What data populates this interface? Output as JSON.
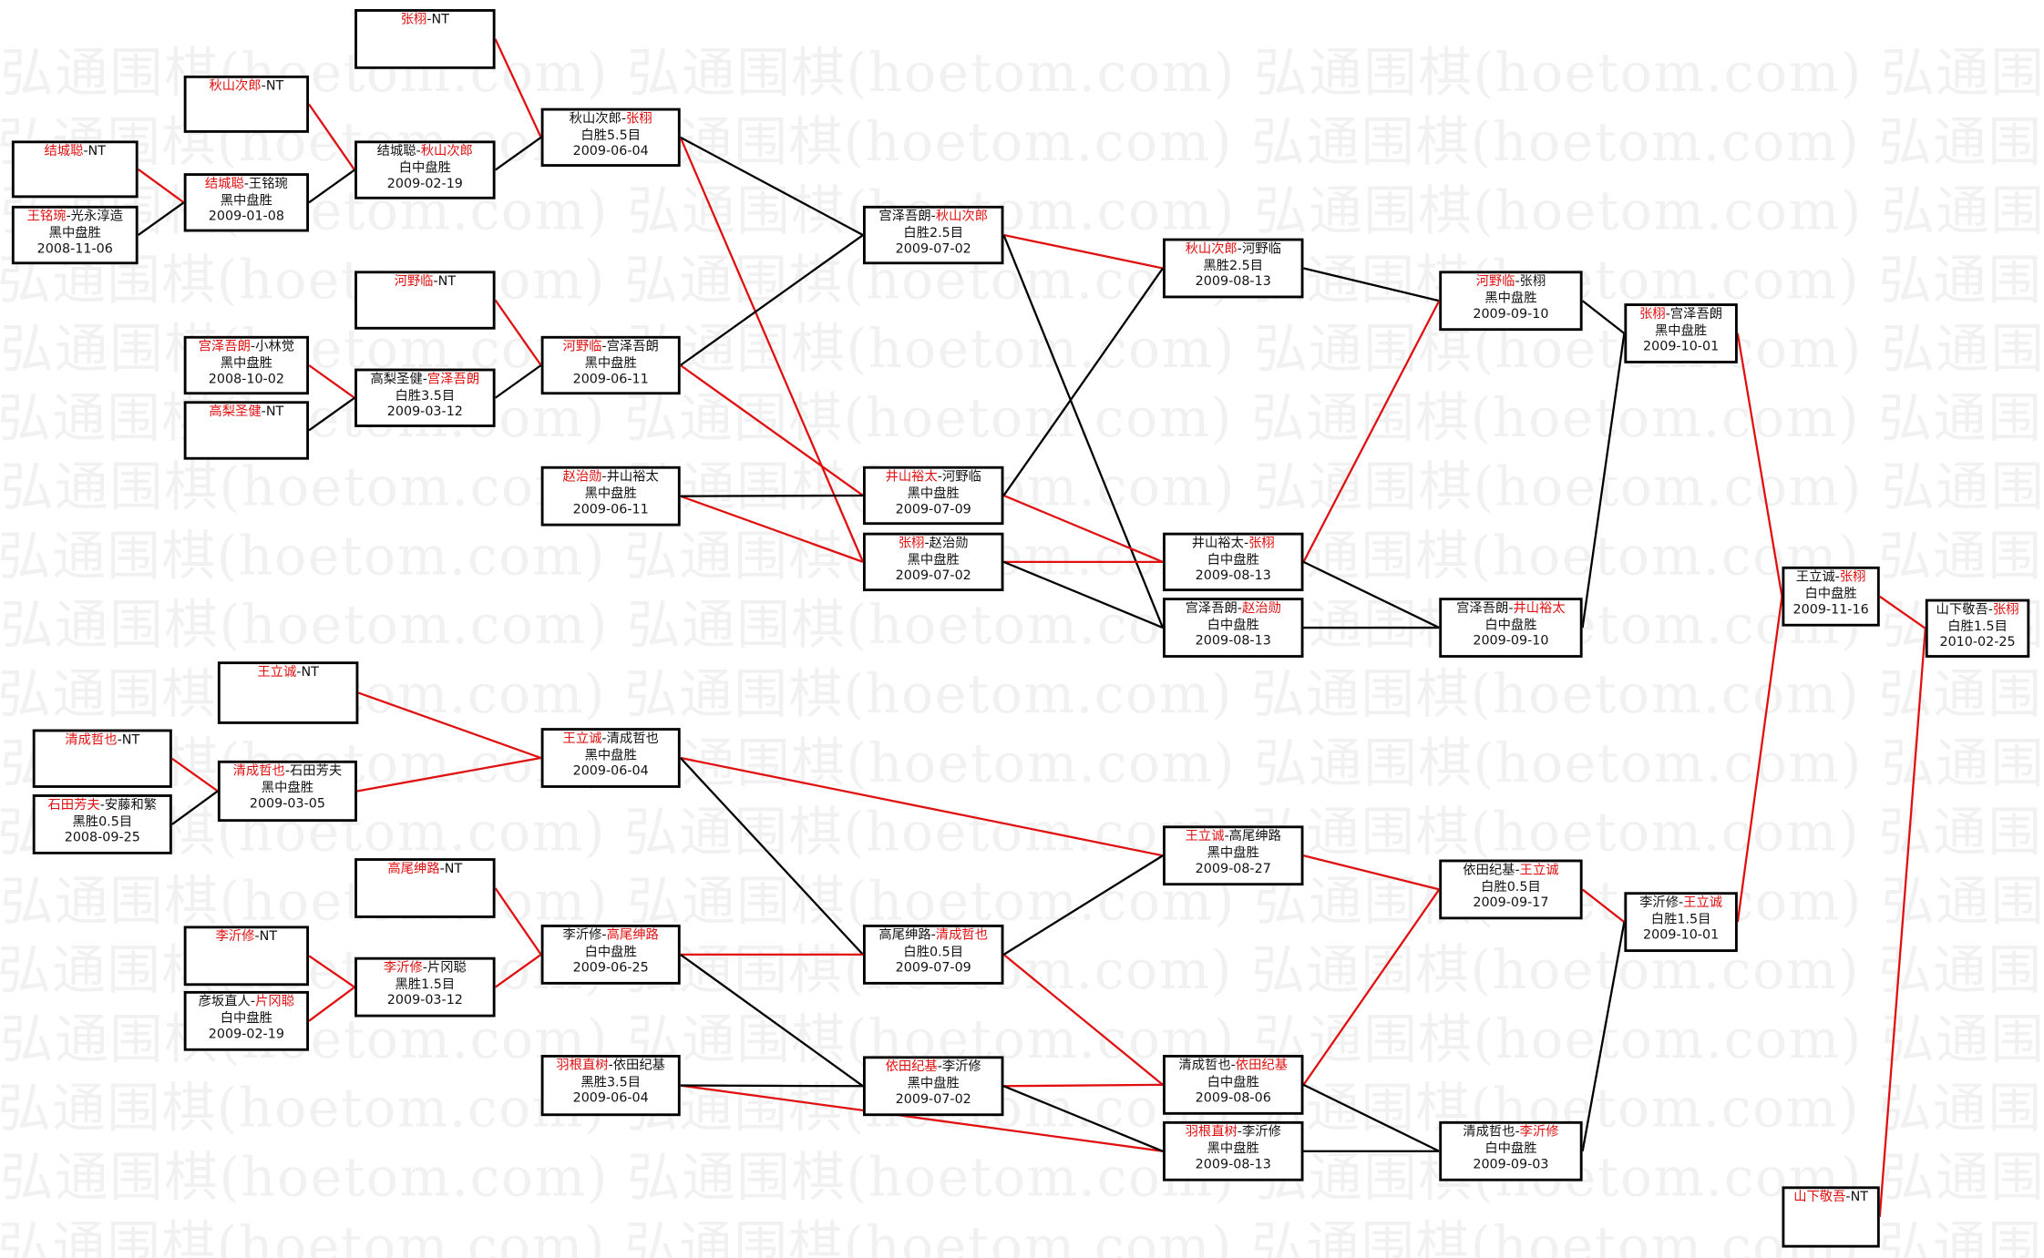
{
  "watermark": {
    "text": "弘通围棋(hoetom.com)",
    "lines": [
      "弘通围棋(hoetom.com) 弘通围棋(hoetom.com) 弘通围棋(hoetom.com) 弘通围棋",
      "弘通围棋(hoetom.com) 弘通围棋(hoetom.com) 弘通围棋(hoetom.com) 弘通围棋",
      "弘通围棋(hoetom.com) 弘通围棋(hoetom.com) 弘通围棋(hoetom.com) 弘通围棋",
      "弘通围棋(hoetom.com) 弘通围棋(hoetom.com) 弘通围棋(hoetom.com) 弘通围棋",
      "弘通围棋(hoetom.com) 弘通围棋(hoetom.com) 弘通围棋(hoetom.com) 弘通围棋",
      "弘通围棋(hoetom.com) 弘通围棋(hoetom.com) 弘通围棋(hoetom.com) 弘通围棋",
      "弘通围棋(hoetom.com) 弘通围棋(hoetom.com) 弘通围棋(hoetom.com) 弘通围棋",
      "弘通围棋(hoetom.com) 弘通围棋(hoetom.com) 弘通围棋(hoetom.com) 弘通围棋",
      "弘通围棋(hoetom.com) 弘通围棋(hoetom.com) 弘通围棋(hoetom.com) 弘通围棋",
      "弘通围棋(hoetom.com) 弘通围棋(hoetom.com) 弘通围棋(hoetom.com) 弘通围棋",
      "弘通围棋(hoetom.com) 弘通围棋(hoetom.com) 弘通围棋(hoetom.com) 弘通围棋",
      "弘通围棋(hoetom.com) 弘通围棋(hoetom.com) 弘通围棋(hoetom.com) 弘通围棋",
      "弘通围棋(hoetom.com) 弘通围棋(hoetom.com) 弘通围棋(hoetom.com) 弘通围棋",
      "弘通围棋(hoetom.com) 弘通围棋(hoetom.com) 弘通围棋(hoetom.com) 弘通围棋",
      "弘通围棋(hoetom.com) 弘通围棋(hoetom.com) 弘通围棋(hoetom.com) 弘通围棋",
      "弘通围棋(hoetom.com) 弘通围棋(hoetom.com) 弘通围棋(hoetom.com) 弘通围棋",
      "弘通围棋(hoetom.com) 弘通围棋(hoetom.com) 弘通围棋(hoetom.com) 弘通围棋",
      "弘通围棋(hoetom.com) 弘通围棋(hoetom.com) 弘通围棋(hoetom.com) 弘通围棋"
    ]
  },
  "matches": {
    "m1": {
      "p1": "张栩",
      "p1w": true,
      "sep": "-",
      "p2": "NT",
      "p2w": false,
      "result": "",
      "date": ""
    },
    "m2": {
      "p1": "秋山次郎",
      "p1w": true,
      "sep": "-",
      "p2": "NT",
      "p2w": false,
      "result": "",
      "date": ""
    },
    "m3": {
      "p1": "结城聪",
      "p1w": true,
      "sep": "-",
      "p2": "NT",
      "p2w": false,
      "result": "",
      "date": ""
    },
    "m4": {
      "p1": "王铭琬",
      "p1w": true,
      "sep": "-",
      "p2": "光永淳造",
      "p2w": false,
      "result": "黑中盘胜",
      "date": "2008-11-06"
    },
    "m5": {
      "p1": "结城聪",
      "p1w": true,
      "sep": "-",
      "p2": "王铭琬",
      "p2w": false,
      "result": "黑中盘胜",
      "date": "2009-01-08"
    },
    "m6": {
      "p1": "结城聪",
      "p1w": false,
      "sep": "-",
      "p2": "秋山次郎",
      "p2w": true,
      "result": "白中盘胜",
      "date": "2009-02-19"
    },
    "m7": {
      "p1": "秋山次郎",
      "p1w": false,
      "sep": "-",
      "p2": "张栩",
      "p2w": true,
      "result": "白胜5.5目",
      "date": "2009-06-04"
    },
    "m8": {
      "p1": "河野临",
      "p1w": true,
      "sep": "-",
      "p2": "NT",
      "p2w": false,
      "result": "",
      "date": ""
    },
    "m9": {
      "p1": "宫泽吾朗",
      "p1w": true,
      "sep": "-",
      "p2": "小林觉",
      "p2w": false,
      "result": "黑中盘胜",
      "date": "2008-10-02"
    },
    "m10": {
      "p1": "高梨圣健",
      "p1w": true,
      "sep": "-",
      "p2": "NT",
      "p2w": false,
      "result": "",
      "date": ""
    },
    "m11": {
      "p1": "高梨圣健",
      "p1w": false,
      "sep": "-",
      "p2": "宫泽吾朗",
      "p2w": true,
      "result": "白胜3.5目",
      "date": "2009-03-12"
    },
    "m12": {
      "p1": "河野临",
      "p1w": true,
      "sep": "-",
      "p2": "宫泽吾朗",
      "p2w": false,
      "result": "黑中盘胜",
      "date": "2009-06-11"
    },
    "m13": {
      "p1": "赵治勋",
      "p1w": true,
      "sep": "-",
      "p2": "井山裕太",
      "p2w": false,
      "result": "黑中盘胜",
      "date": "2009-06-11"
    },
    "m14": {
      "p1": "宫泽吾朗",
      "p1w": false,
      "sep": "-",
      "p2": "秋山次郎",
      "p2w": true,
      "result": "白胜2.5目",
      "date": "2009-07-02"
    },
    "m15": {
      "p1": "井山裕太",
      "p1w": true,
      "sep": "-",
      "p2": "河野临",
      "p2w": false,
      "result": "黑中盘胜",
      "date": "2009-07-09"
    },
    "m16": {
      "p1": "张栩",
      "p1w": true,
      "sep": "-",
      "p2": "赵治勋",
      "p2w": false,
      "result": "黑中盘胜",
      "date": "2009-07-02"
    },
    "m17": {
      "p1": "秋山次郎",
      "p1w": true,
      "sep": "-",
      "p2": "河野临",
      "p2w": false,
      "result": "黑胜2.5目",
      "date": "2009-08-13"
    },
    "m18": {
      "p1": "井山裕太",
      "p1w": false,
      "sep": "-",
      "p2": "张栩",
      "p2w": true,
      "result": "白中盘胜",
      "date": "2009-08-13"
    },
    "m19": {
      "p1": "宫泽吾朗",
      "p1w": false,
      "sep": "-",
      "p2": "赵治勋",
      "p2w": true,
      "result": "白中盘胜",
      "date": "2009-08-13"
    },
    "m20": {
      "p1": "河野临",
      "p1w": true,
      "sep": "-",
      "p2": "张栩",
      "p2w": false,
      "result": "黑中盘胜",
      "date": "2009-09-10"
    },
    "m21": {
      "p1": "宫泽吾朗",
      "p1w": false,
      "sep": "-",
      "p2": "井山裕太",
      "p2w": true,
      "result": "白中盘胜",
      "date": "2009-09-10"
    },
    "m22": {
      "p1": "张栩",
      "p1w": true,
      "sep": "-",
      "p2": "宫泽吾朗",
      "p2w": false,
      "result": "黑中盘胜",
      "date": "2009-10-01"
    },
    "m23": {
      "p1": "王立诚",
      "p1w": true,
      "sep": "-",
      "p2": "NT",
      "p2w": false,
      "result": "",
      "date": ""
    },
    "m24": {
      "p1": "清成哲也",
      "p1w": true,
      "sep": "-",
      "p2": "NT",
      "p2w": false,
      "result": "",
      "date": ""
    },
    "m25": {
      "p1": "石田芳夫",
      "p1w": true,
      "sep": "-",
      "p2": "安藤和繁",
      "p2w": false,
      "result": "黑胜0.5目",
      "date": "2008-09-25"
    },
    "m26": {
      "p1": "清成哲也",
      "p1w": true,
      "sep": "-",
      "p2": "石田芳夫",
      "p2w": false,
      "result": "黑中盘胜",
      "date": "2009-03-05"
    },
    "m27": {
      "p1": "王立诚",
      "p1w": true,
      "sep": "-",
      "p2": "清成哲也",
      "p2w": false,
      "result": "黑中盘胜",
      "date": "2009-06-04"
    },
    "m28": {
      "p1": "高尾绅路",
      "p1w": true,
      "sep": "-",
      "p2": "NT",
      "p2w": false,
      "result": "",
      "date": ""
    },
    "m29": {
      "p1": "李沂修",
      "p1w": true,
      "sep": "-",
      "p2": "NT",
      "p2w": false,
      "result": "",
      "date": ""
    },
    "m30": {
      "p1": "李沂修",
      "p1w": true,
      "sep": "-",
      "p2": "片冈聪",
      "p2w": false,
      "result": "黑胜1.5目",
      "date": "2009-03-12"
    },
    "m31": {
      "p1": "彦坂直人",
      "p1w": false,
      "sep": "-",
      "p2": "片冈聪",
      "p2w": true,
      "result": "白中盘胜",
      "date": "2009-02-19"
    },
    "m32": {
      "p1": "李沂修",
      "p1w": false,
      "sep": "-",
      "p2": "高尾绅路",
      "p2w": true,
      "result": "白中盘胜",
      "date": "2009-06-25"
    },
    "m33": {
      "p1": "羽根直树",
      "p1w": true,
      "sep": "-",
      "p2": "依田纪基",
      "p2w": false,
      "result": "黑胜3.5目",
      "date": "2009-06-04"
    },
    "m34": {
      "p1": "高尾绅路",
      "p1w": false,
      "sep": "-",
      "p2": "清成哲也",
      "p2w": true,
      "result": "白胜0.5目",
      "date": "2009-07-09"
    },
    "m35": {
      "p1": "依田纪基",
      "p1w": true,
      "sep": "-",
      "p2": "李沂修",
      "p2w": false,
      "result": "黑中盘胜",
      "date": "2009-07-02"
    },
    "m36": {
      "p1": "王立诚",
      "p1w": true,
      "sep": "-",
      "p2": "高尾绅路",
      "p2w": false,
      "result": "黑中盘胜",
      "date": "2009-08-27"
    },
    "m37": {
      "p1": "清成哲也",
      "p1w": false,
      "sep": "-",
      "p2": "依田纪基",
      "p2w": true,
      "result": "白中盘胜",
      "date": "2009-08-06"
    },
    "m38": {
      "p1": "羽根直树",
      "p1w": true,
      "sep": "-",
      "p2": "李沂修",
      "p2w": false,
      "result": "黑中盘胜",
      "date": "2009-08-13"
    },
    "m39": {
      "p1": "依田纪基",
      "p1w": false,
      "sep": "-",
      "p2": "王立诚",
      "p2w": true,
      "result": "白胜0.5目",
      "date": "2009-09-17"
    },
    "m40": {
      "p1": "清成哲也",
      "p1w": false,
      "sep": "-",
      "p2": "李沂修",
      "p2w": true,
      "result": "白中盘胜",
      "date": "2009-09-03"
    },
    "m41": {
      "p1": "李沂修",
      "p1w": false,
      "sep": "-",
      "p2": "王立诚",
      "p2w": true,
      "result": "白胜1.5目",
      "date": "2009-10-01"
    },
    "m42": {
      "p1": "王立诚",
      "p1w": false,
      "sep": "-",
      "p2": "张栩",
      "p2w": true,
      "result": "白中盘胜",
      "date": "2009-11-16"
    },
    "m43": {
      "p1": "山下敬吾",
      "p1w": false,
      "sep": "-",
      "p2": "张栩",
      "p2w": true,
      "result": "白胜1.5目",
      "date": "2010-02-25"
    },
    "m44": {
      "p1": "山下敬吾",
      "p1w": true,
      "sep": "-",
      "p2": "NT",
      "p2w": false,
      "result": "",
      "date": ""
    }
  },
  "colors": {
    "winner": "#e01010",
    "loser_text": "#111111",
    "line_winner": "#e01010",
    "line_loser": "#000000"
  }
}
